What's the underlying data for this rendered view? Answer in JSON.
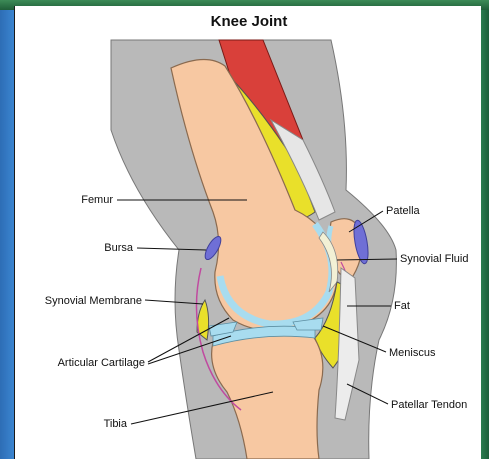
{
  "title": "Knee Joint",
  "labels": {
    "femur": "Femur",
    "bursa": "Bursa",
    "synovial_membrane": "Synovial Membrane",
    "articular_cartilage": "Articular Cartilage",
    "tibia": "Tibia",
    "patella": "Patella",
    "synovial_fluid": "Synovial Fluid",
    "fat": "Fat",
    "meniscus": "Meniscus",
    "patellar_tendon": "Patellar Tendon"
  },
  "colors": {
    "frame_green": "#2f7a4a",
    "frame_blue": "#3b85d0",
    "soft_tissue": "#b9b9b9",
    "bone": "#f7c8a2",
    "cartilage": "#a8dcef",
    "muscle": "#d9403a",
    "fat": "#e9e02a",
    "bursa": "#6f6fd6"
  }
}
